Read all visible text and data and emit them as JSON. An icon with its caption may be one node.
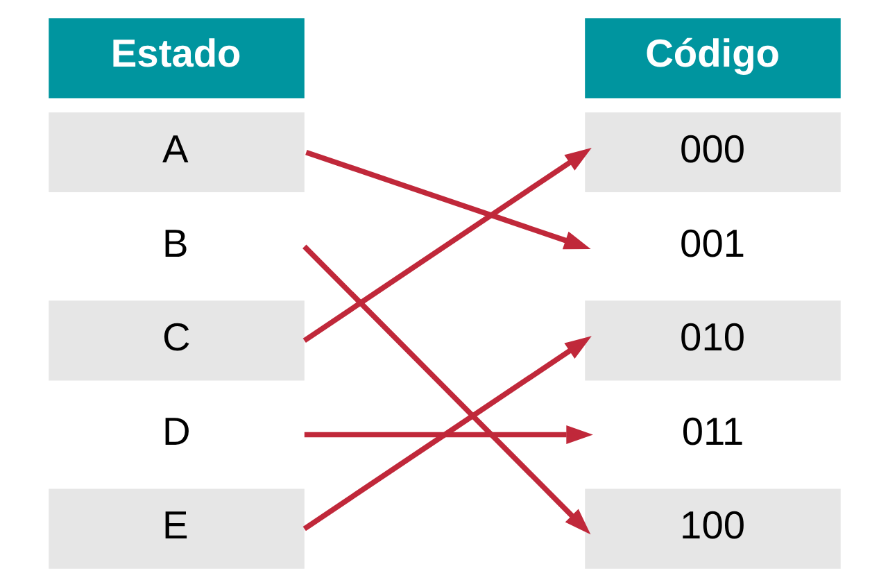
{
  "diagram": {
    "nodes": [
      {
        "text": [
          "Estado"
        ]
      },
      {
        "text": [
          "A"
        ]
      },
      {
        "text": [
          "B"
        ]
      },
      {
        "text": [
          "C"
        ]
      },
      {
        "text": [
          "D"
        ]
      },
      {
        "text": [
          "E"
        ]
      },
      {
        "text": [
          "Código"
        ]
      },
      {
        "text": [
          "000"
        ]
      },
      {
        "text": [
          "001"
        ]
      },
      {
        "text": [
          "010"
        ]
      },
      {
        "text": [
          "011"
        ]
      },
      {
        "text": [
          "100"
        ]
      }
    ],
    "edges": [
      {
        "from": 1,
        "to": 8,
        "arrow": "to"
      },
      {
        "from": 2,
        "to": 11,
        "arrow": "to"
      },
      {
        "from": 3,
        "to": 7,
        "arrow": "to"
      },
      {
        "from": 4,
        "to": 10,
        "arrow": "to"
      },
      {
        "from": 5,
        "to": 9,
        "arrow": "to"
      }
    ]
  }
}
